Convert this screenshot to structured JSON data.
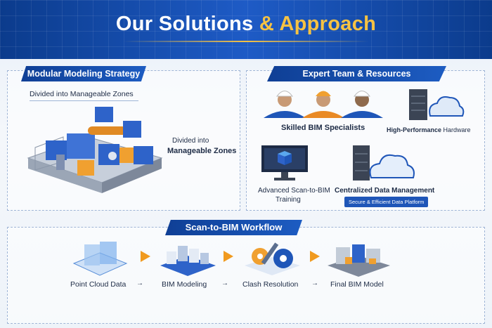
{
  "header": {
    "title_our": "Our",
    "title_solutions": "Solutions",
    "title_amp": "&",
    "title_approach": "Approach"
  },
  "modular": {
    "banner": "Modular Modeling Strategy",
    "caption": "Divided into Manageable Zones",
    "side_line1": "Divided into",
    "side_line2": "Manageable Zones"
  },
  "expert": {
    "banner": "Expert Team & Resources",
    "specialists": "Skilled BIM Specialists",
    "hardware_bold": "High-Performance",
    "hardware_rest": "Hardware",
    "training_line1": "Advanced Scan-to-BIM",
    "training_line2": "Training",
    "data_mgmt": "Centralized Data Management",
    "data_badge": "Secure & Efficient Data Platform"
  },
  "workflow": {
    "banner": "Scan-to-BIM Workflow",
    "steps": [
      "Point Cloud Data",
      "BIM Modeling",
      "Clash Resolution",
      "Final BIM Model"
    ],
    "connector": "→"
  }
}
